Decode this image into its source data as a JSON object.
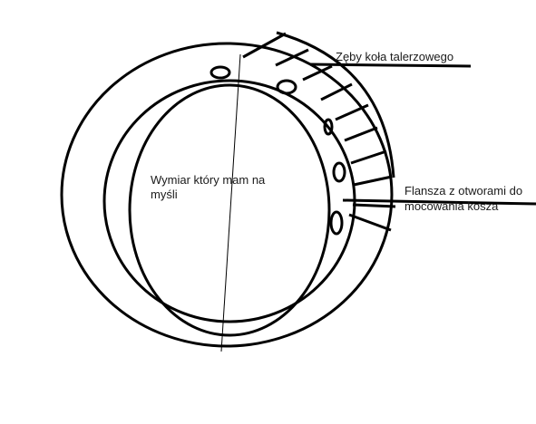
{
  "labels": {
    "teeth": "Zęby koła talerzowego",
    "flange_line1": "Flansza z otworami do",
    "flange_line2": "mocowania kosza",
    "dimension_line1": "Wymiar który mam na",
    "dimension_line2": "myśli"
  },
  "colors": {
    "stroke": "#000000",
    "background": "#ffffff",
    "text": "#1a1a1a"
  }
}
